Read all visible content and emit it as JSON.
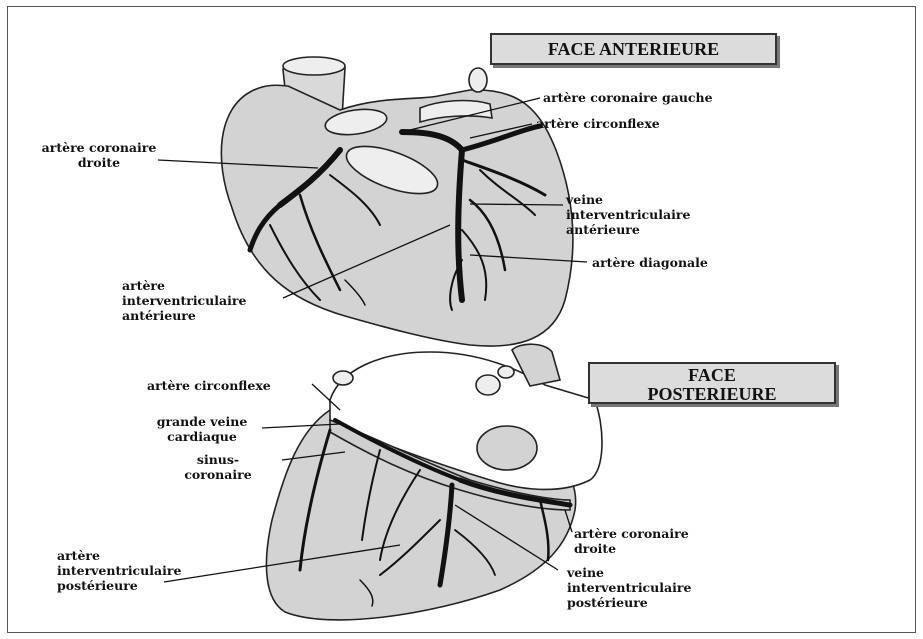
{
  "titles": {
    "anterior": "FACE ANTERIEURE",
    "posterior": "FACE\nPOSTERIEURE"
  },
  "anterior_labels": {
    "coronaire_droite": "artère coronaire\ndroite",
    "coronaire_gauche": "artère coronaire gauche",
    "circonflexe": "artère circonflexe",
    "veine_iv_ant": "veine\ninterventriculaire\nantérieure",
    "diagonale": "artère diagonale",
    "artere_iv_ant": "artère\ninterventriculaire\nantérieure"
  },
  "posterior_labels": {
    "circonflexe": "artère circonflexe",
    "grande_veine": "grande veine\ncardiaque",
    "sinus": "sinus-\ncoronaire",
    "artere_iv_post": "artère\ninterventriculaire\npostérieure",
    "coronaire_droite": "artère coronaire\ndroite",
    "veine_iv_post": "veine\ninterventriculaire\npostérieure"
  },
  "colors": {
    "heart_fill": "#d3d3d3",
    "vessel": "#111111",
    "outline": "#222222"
  }
}
